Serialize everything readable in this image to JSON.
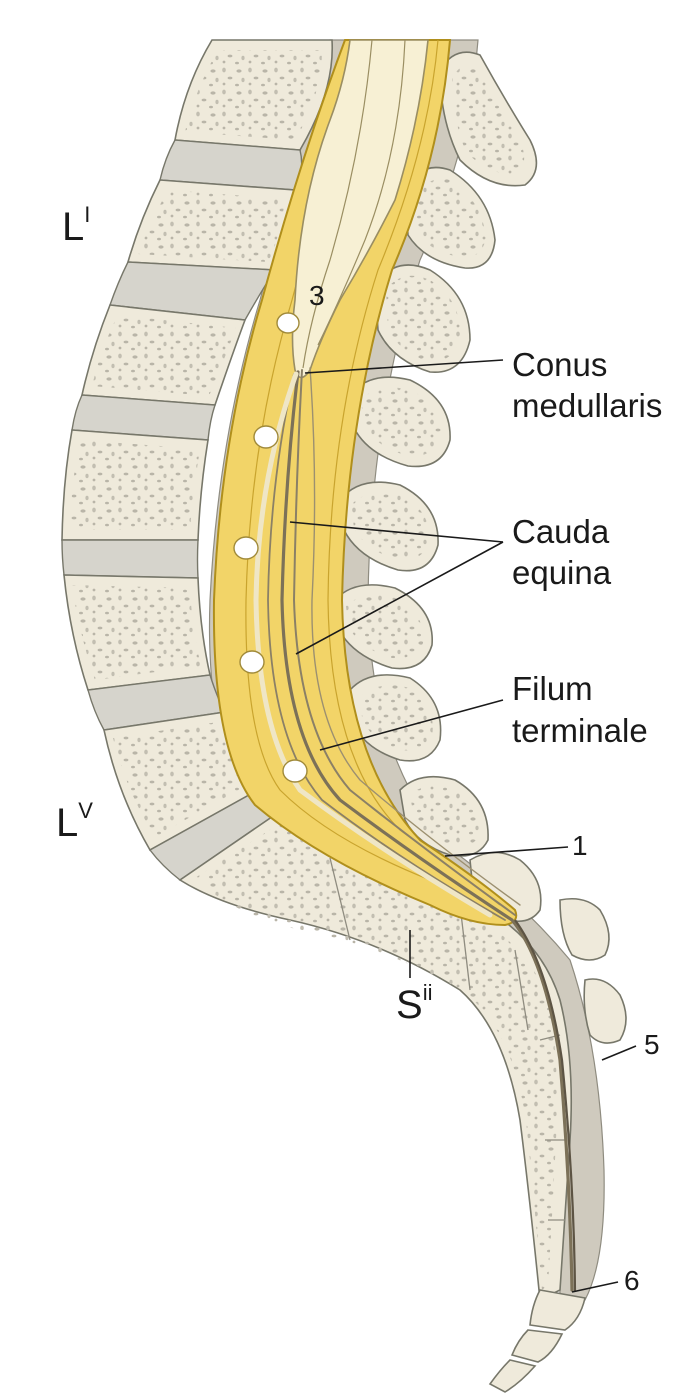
{
  "labels": {
    "conus_line1": "Conus",
    "conus_line2": "medullaris",
    "cauda_line1": "Cauda",
    "cauda_line2": "equina",
    "filum_line1": "Filum",
    "filum_line2": "terminale",
    "num_1": "1",
    "num_3": "3",
    "num_5": "5",
    "num_6": "6"
  },
  "levels": {
    "l1_base": "L",
    "l1_sup": "I",
    "l5_base": "L",
    "l5_sup": "V",
    "s2_base": "S",
    "s2_sup": "ii"
  },
  "colors": {
    "bone": "#efeadb",
    "disc": "#d6d4cc",
    "dural_sac": "#f2d468",
    "spinal_cord": "#f7f0d4",
    "canal": "#cfcabe",
    "nerve_roots": "#7c7158"
  }
}
